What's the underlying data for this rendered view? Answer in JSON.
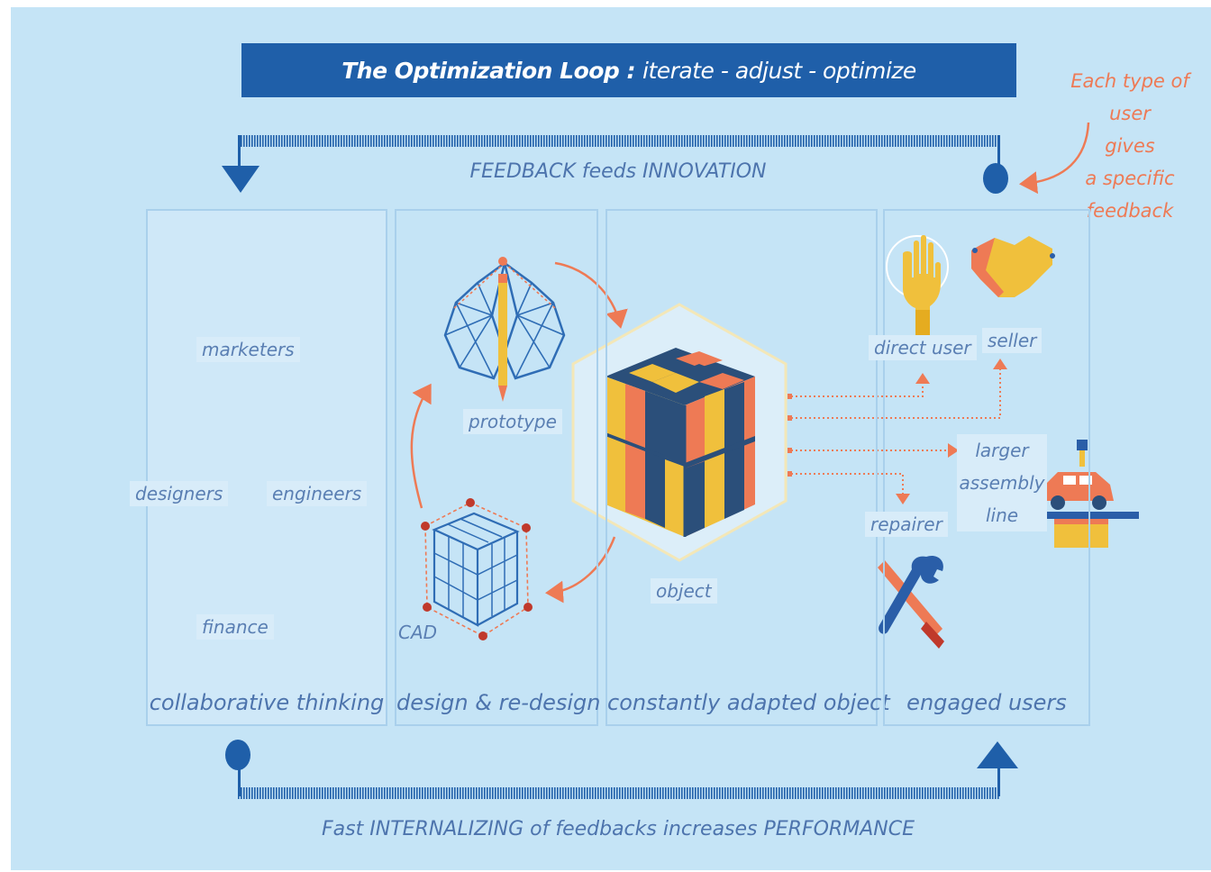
{
  "title": {
    "bold": "The Optimization Loop :",
    "rest": "iterate - adjust - optimize"
  },
  "top_loop_label": "FEEDBACK feeds INNOVATION",
  "bottom_loop_label": "Fast INTERNALIZING of feedbacks increases PERFORMANCE",
  "annotation": {
    "line1": "Each type of user",
    "line2": "gives",
    "line3": "a specific",
    "line4": "feedback"
  },
  "panels": [
    {
      "caption": "collaborative thinking",
      "roles": [
        "marketers",
        "designers",
        "engineers",
        "finance"
      ]
    },
    {
      "caption": "design & re-design",
      "steps": [
        "prototype",
        "CAD"
      ]
    },
    {
      "caption": "constantly adapted object",
      "center": "object"
    },
    {
      "caption": "engaged users",
      "users": [
        "direct user",
        "seller",
        "repairer"
      ],
      "assembly": [
        "larger",
        "assembly",
        "line"
      ]
    }
  ],
  "colors": {
    "banner": "#1f5fa9",
    "background": "#c5e4f6",
    "panel": "#cfe8f8",
    "accent_orange": "#ee7a55",
    "text_blue": "#4d74ad"
  },
  "icons": [
    "head-blocks-icon",
    "head-lightbulb-icon",
    "head-gears-icon",
    "head-coin-icon",
    "wireframe-brain-icon",
    "pencil-icon",
    "wireframe-cube-icon",
    "cube-icon",
    "raised-hand-icon",
    "handshake-icon",
    "wrench-screwdriver-icon",
    "car-assembly-icon"
  ]
}
